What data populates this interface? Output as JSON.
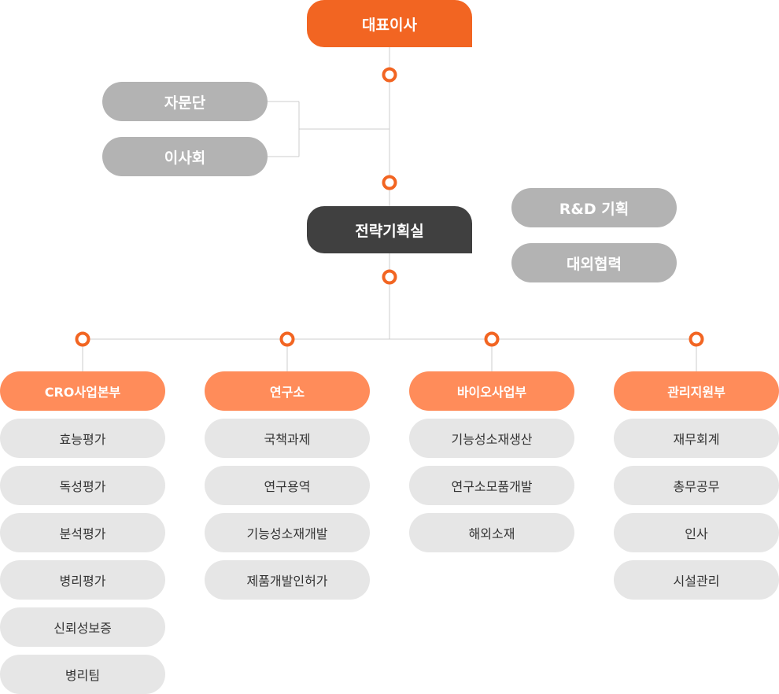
{
  "ceo": "대표이사",
  "advisors": [
    "자문단",
    "이사회"
  ],
  "strategy": "전략기획실",
  "strategy_units": [
    "R&D 기획",
    "대외협력"
  ],
  "departments": [
    {
      "name": "CRO사업본부",
      "teams": [
        "효능평가",
        "독성평가",
        "분석평가",
        "병리평가",
        "신뢰성보증",
        "병리팀"
      ]
    },
    {
      "name": "연구소",
      "teams": [
        "국책과제",
        "연구용역",
        "기능성소재개발",
        "제품개발인허가"
      ]
    },
    {
      "name": "바이오사업부",
      "teams": [
        "기능성소재생산",
        "연구소모품개발",
        "해외소재"
      ]
    },
    {
      "name": "관리지원부",
      "teams": [
        "재무회계",
        "총무공무",
        "인사",
        "시설관리"
      ]
    }
  ],
  "colors": {
    "accent": "#f26522",
    "dept": "#ff8c5a",
    "dark": "#404040",
    "side": "#b3b3b3",
    "team": "#e6e6e6",
    "line": "#cccccc"
  }
}
